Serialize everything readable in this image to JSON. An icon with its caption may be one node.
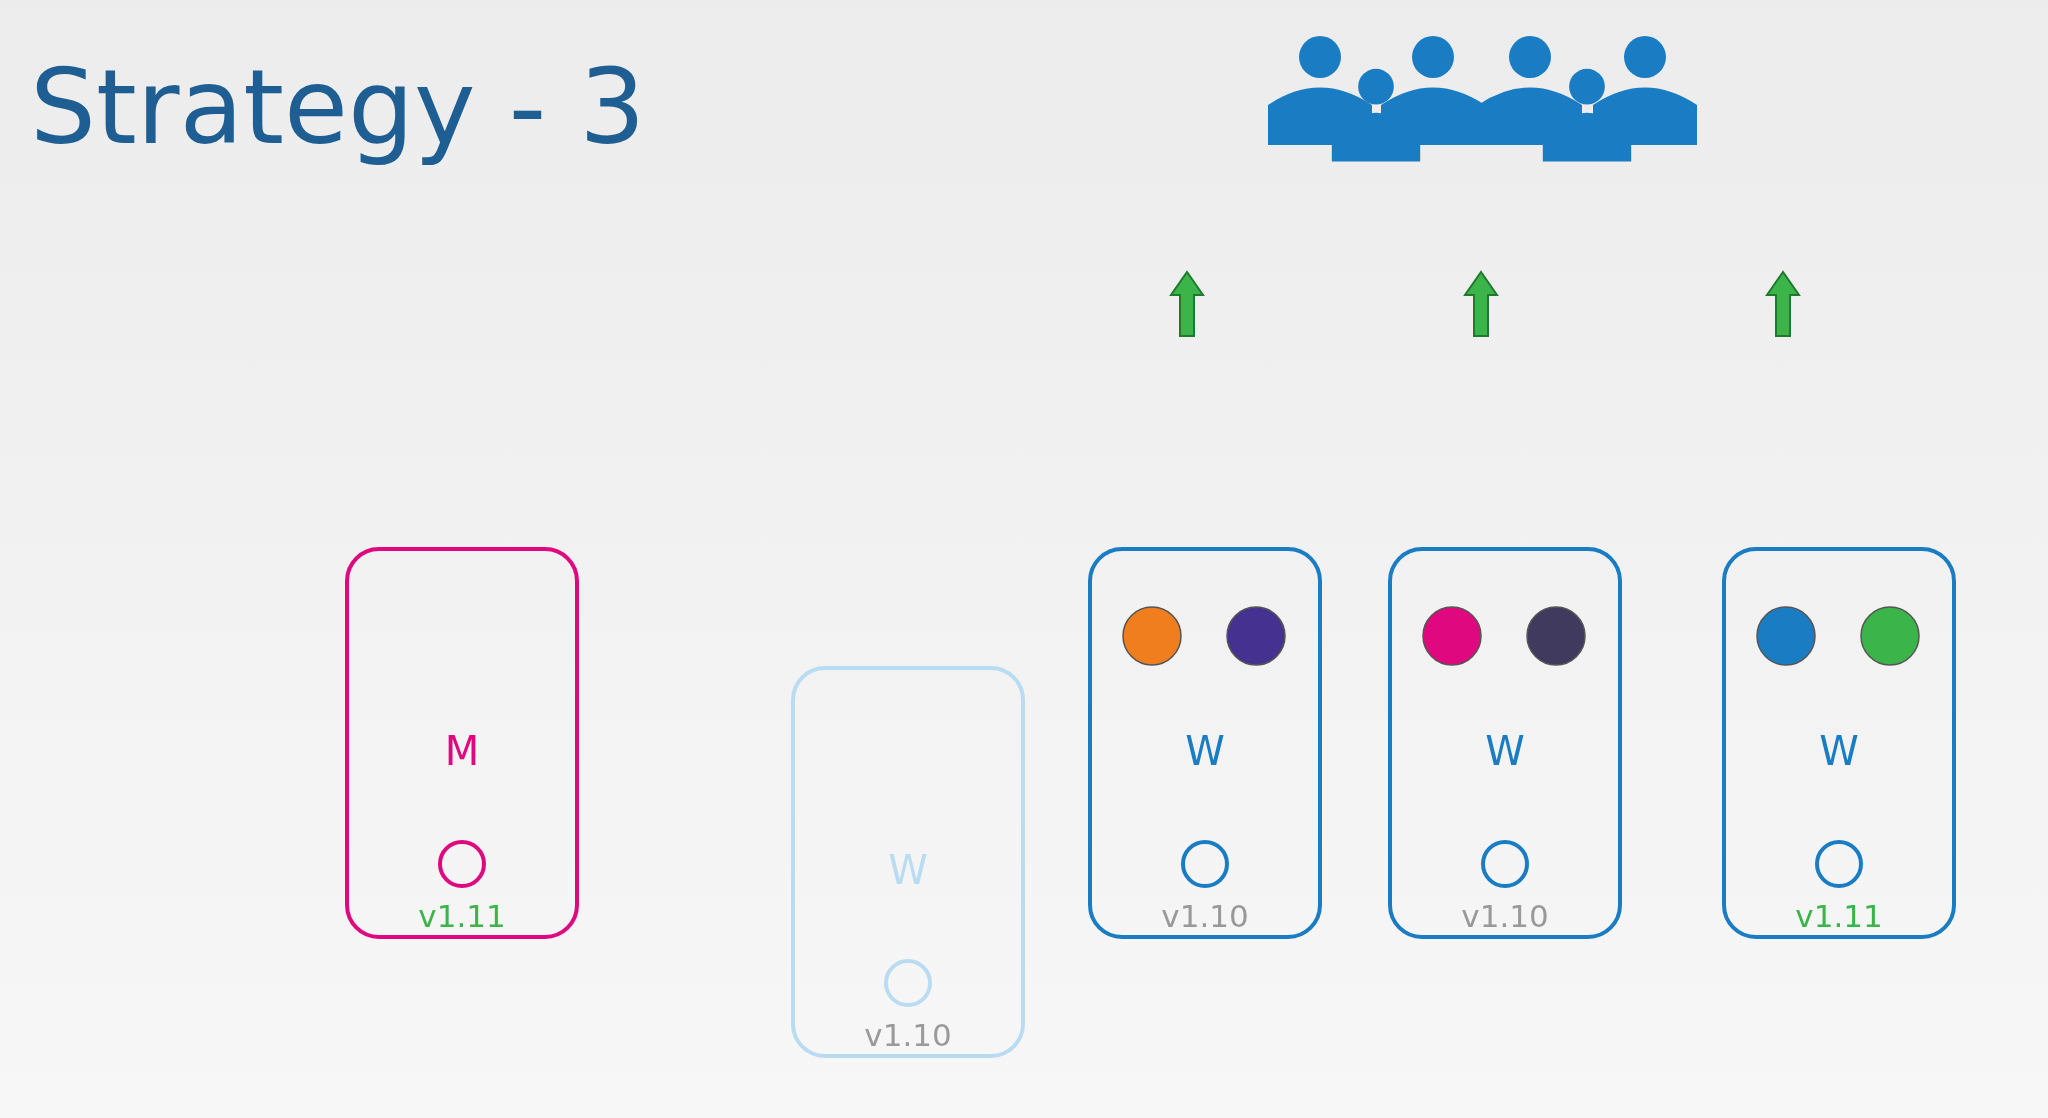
{
  "diagram": {
    "title": "Strategy - 3",
    "nodes": [
      {
        "text": [
          "M",
          "v1.11"
        ]
      },
      {
        "text": [
          "W",
          "v1.10"
        ]
      },
      {
        "text": [
          "W",
          "v1.10"
        ]
      },
      {
        "text": [
          "W",
          "v1.10"
        ]
      },
      {
        "text": [
          "W",
          "v1.11"
        ]
      }
    ],
    "edges": []
  }
}
